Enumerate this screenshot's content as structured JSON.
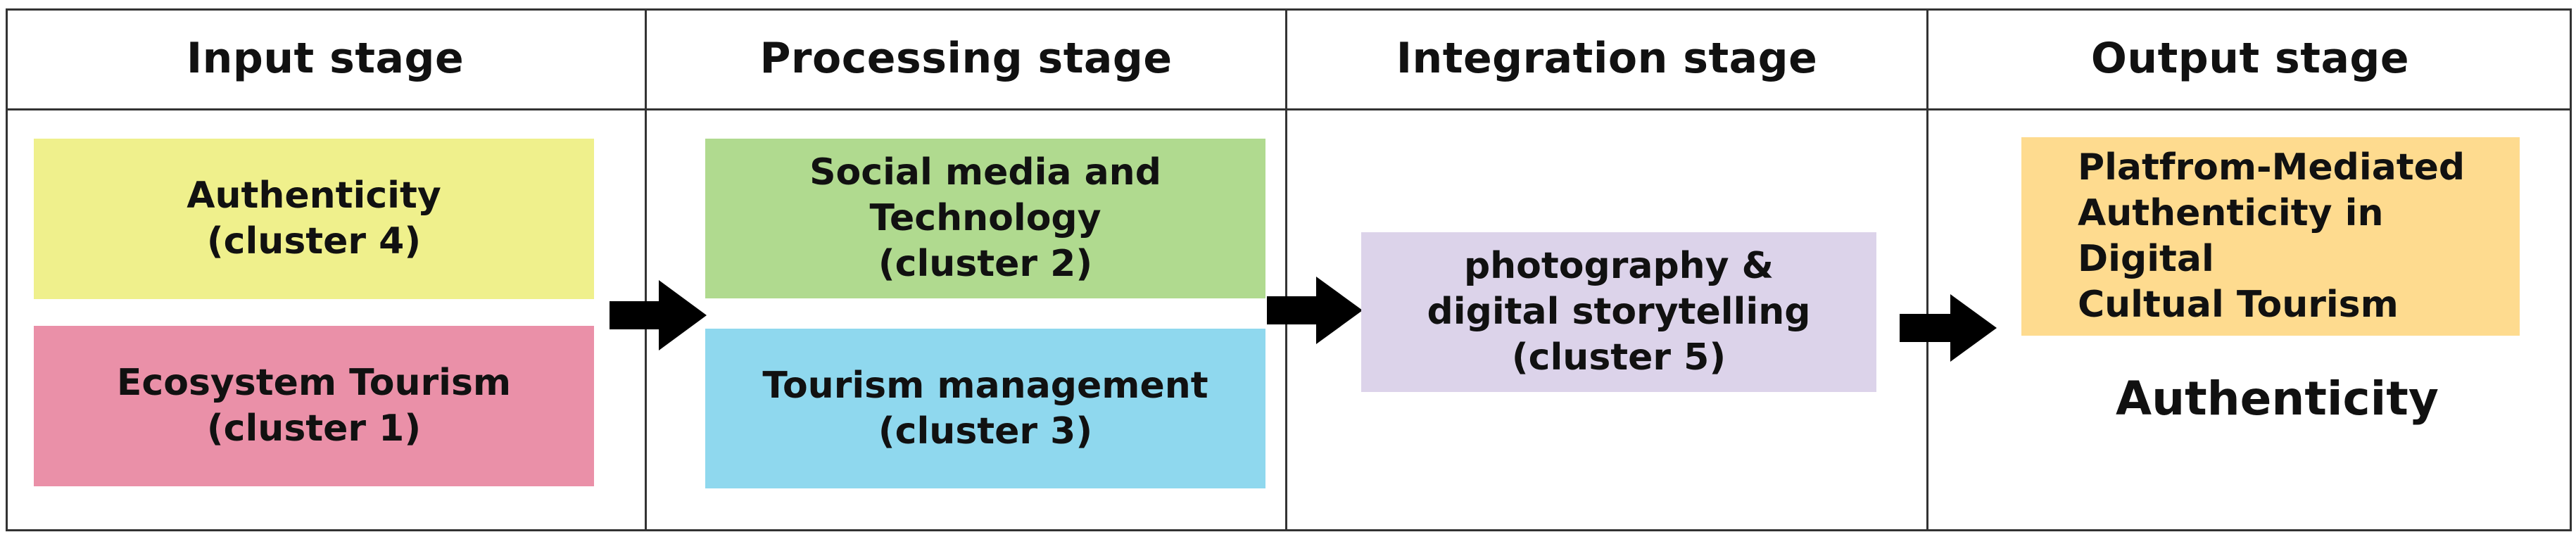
{
  "stages": [
    {
      "title": "Input stage"
    },
    {
      "title": "Processing stage"
    },
    {
      "title": "Integration stage"
    },
    {
      "title": "Output stage"
    }
  ],
  "input": {
    "authenticity": {
      "line1": "Authenticity",
      "line2": "(cluster 4)",
      "color": "#eff08c"
    },
    "ecosystem": {
      "line1": "Ecosystem Tourism",
      "line2": "(cluster 1)",
      "color": "#ea90a8"
    }
  },
  "processing": {
    "social": {
      "line1": "Social media and Technology",
      "line2": "(cluster 2)",
      "color": "#b0da8f"
    },
    "management": {
      "line1": "Tourism management",
      "line2": "(cluster 3)",
      "color": "#8fd8ee"
    }
  },
  "integration": {
    "photo": {
      "line1": "photography &",
      "line2": "digital storytelling",
      "line3": "(cluster 5)",
      "color": "#dcd3ea"
    }
  },
  "output": {
    "platform": {
      "line1": "Platfrom-Mediated",
      "line2": "Authenticity in Digital",
      "line3": "Cultual Tourism",
      "color": "#fedb8f"
    },
    "label": "Authenticity"
  },
  "arrow_color": "#000000",
  "border_color": "#333333"
}
